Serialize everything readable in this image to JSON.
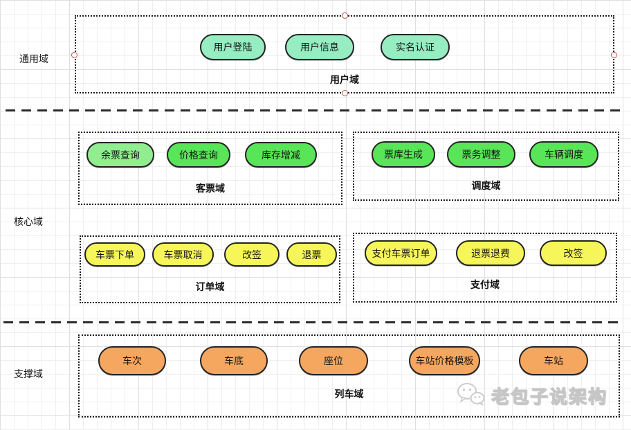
{
  "colors": {
    "mint": "#96EDC1",
    "light_green": "#90EE90",
    "green": "#58E558",
    "yellow": "#F6F65A",
    "orange": "#F6A75F",
    "border": "#232323",
    "box_border": "#1c1c1c",
    "connection_point": "#b85450",
    "grid_minor": "#efefef",
    "grid_major": "#dfdfdf"
  },
  "rows": [
    {
      "label": "通用域"
    },
    {
      "label": "核心域"
    },
    {
      "label": "支撑域"
    }
  ],
  "domains": {
    "user": {
      "label": "用户域",
      "buttons": [
        {
          "label": "用户登陆",
          "color": "#96EDC1"
        },
        {
          "label": "用户信息",
          "color": "#96EDC1"
        },
        {
          "label": "实名认证",
          "color": "#96EDC1"
        }
      ]
    },
    "ticket": {
      "label": "客票域",
      "buttons": [
        {
          "label": "余票查询",
          "color": "#90EE90"
        },
        {
          "label": "价格查询",
          "color": "#58E558"
        },
        {
          "label": "库存增减",
          "color": "#58E558"
        }
      ]
    },
    "dispatch": {
      "label": "调度域",
      "buttons": [
        {
          "label": "票库生成",
          "color": "#58E558"
        },
        {
          "label": "票务调整",
          "color": "#58E558"
        },
        {
          "label": "车辆调度",
          "color": "#58E558"
        }
      ]
    },
    "order": {
      "label": "订单域",
      "buttons": [
        {
          "label": "车票下单",
          "color": "#F6F65A"
        },
        {
          "label": "车票取消",
          "color": "#F6F65A"
        },
        {
          "label": "改签",
          "color": "#F6F65A"
        },
        {
          "label": "退票",
          "color": "#F6F65A"
        }
      ]
    },
    "payment": {
      "label": "支付域",
      "buttons": [
        {
          "label": "支付车票订单",
          "color": "#F6F65A"
        },
        {
          "label": "退票退费",
          "color": "#F6F65A"
        },
        {
          "label": "改签",
          "color": "#F6F65A"
        }
      ]
    },
    "train": {
      "label": "列车域",
      "buttons": [
        {
          "label": "车次",
          "color": "#F6A75F"
        },
        {
          "label": "车底",
          "color": "#F6A75F"
        },
        {
          "label": "座位",
          "color": "#F6A75F"
        },
        {
          "label": "车站价格模板",
          "color": "#F6A75F"
        },
        {
          "label": "车站",
          "color": "#F6A75F"
        }
      ]
    }
  },
  "watermark": {
    "text": "老包子说架构",
    "icon": "wechat-icon"
  }
}
